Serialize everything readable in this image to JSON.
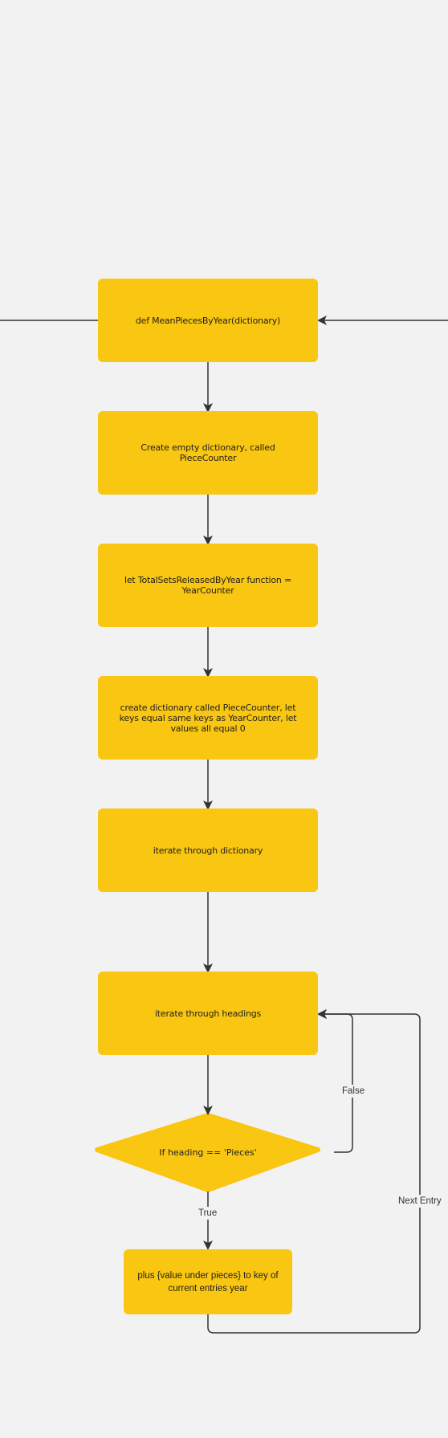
{
  "colors": {
    "background": "#f2f2f2",
    "node_fill": "#f9c611",
    "edge": "#333333"
  },
  "nodes": {
    "def_function": "def MeanPiecesByYear(dictionary)",
    "create_empty": "Create empty dictionary, called PieceCounter",
    "let_total": "let TotalSetsReleasedByYear function = YearCounter",
    "create_dict": "create dictionary called PieceCounter, let keys equal same keys as YearCounter, let values all equal 0",
    "iterate_dictionary": "iterate through dictionary",
    "iterate_headings": "iterate through headings",
    "if_heading": "If heading == 'Pieces'",
    "plus_value": "plus {value under pieces} to key of current entries year"
  },
  "edge_labels": {
    "false": "False",
    "true": "True",
    "next_entry": "Next Entry"
  }
}
